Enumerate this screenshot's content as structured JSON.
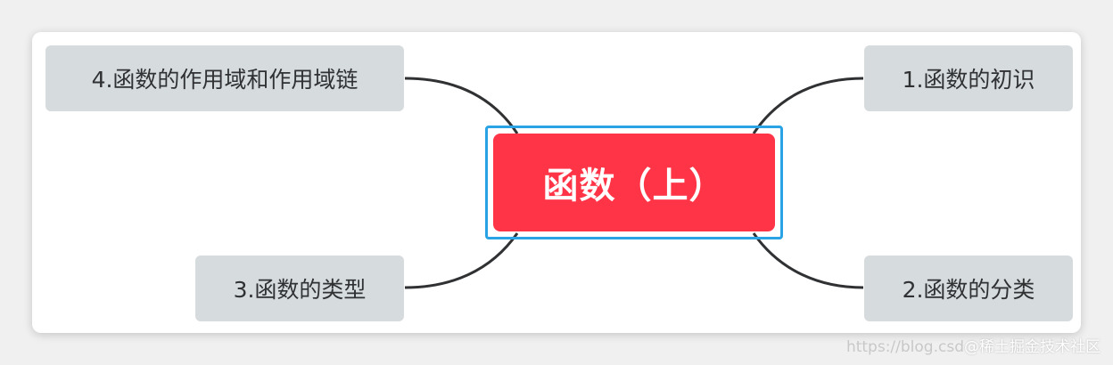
{
  "root": {
    "label": "函数（上）"
  },
  "branches": [
    {
      "label": "1.函数的初识"
    },
    {
      "label": "2.函数的分类"
    },
    {
      "label": "3.函数的类型"
    },
    {
      "label": "4.函数的作用域和作用域链"
    }
  ],
  "watermark": {
    "url": "https://blog.csd",
    "text": "@稀土掘金技术社区"
  },
  "colors": {
    "root_fill": "#ff3547",
    "root_outline": "#2aa2e6",
    "branch_fill": "#d6dbdd",
    "connector": "#2f3133"
  }
}
